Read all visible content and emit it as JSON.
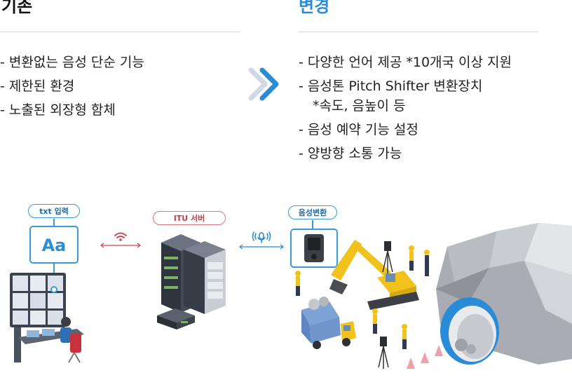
{
  "left": {
    "title": "기존",
    "items": [
      "- 변환없는 음성 단순 기능",
      "- 제한된 환경",
      "- 노출된 외장형 함체"
    ]
  },
  "right": {
    "title": "변경",
    "items": [
      "- 다양한 언어 제공 *10개국 이상 지원",
      "- 음성톤 Pitch Shifter 변환장치",
      "*속도, 음높이 등",
      "- 음성 예약 기능 설정",
      "- 양방향 소통 가능"
    ]
  },
  "diagram": {
    "input_label": "txt 입력",
    "input_glyph": "Aa",
    "server_label": "ITU 서버",
    "convert_label": "음성변환"
  },
  "colors": {
    "accent": "#2a8bd6",
    "server_pill": "#d9747c",
    "link_red": "#c94a55"
  },
  "icons": [
    "chevron-right-icon",
    "wifi-icon",
    "broadcast-icon"
  ]
}
